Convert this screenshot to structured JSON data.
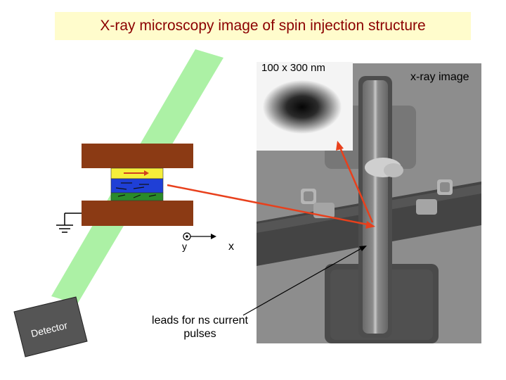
{
  "title": "X-ray microscopy image of spin injection structure",
  "labels": {
    "scale": "100 x 300 nm",
    "xray_image": "x-ray image",
    "leads": "leads for ns current pulses",
    "axis_y": "y",
    "axis_x": "x",
    "detector": "Detector"
  },
  "colors": {
    "title_text": "#8b0000",
    "title_background": "#fffccc",
    "electrode": "#8b3a14",
    "beam": "#90ee90",
    "arrow": "#e8401c",
    "spin_layer_top": "#f5ee3a",
    "spin_layer_bottom": "#2a8a2a",
    "spin_layer_middle": "#1f3fd6"
  }
}
